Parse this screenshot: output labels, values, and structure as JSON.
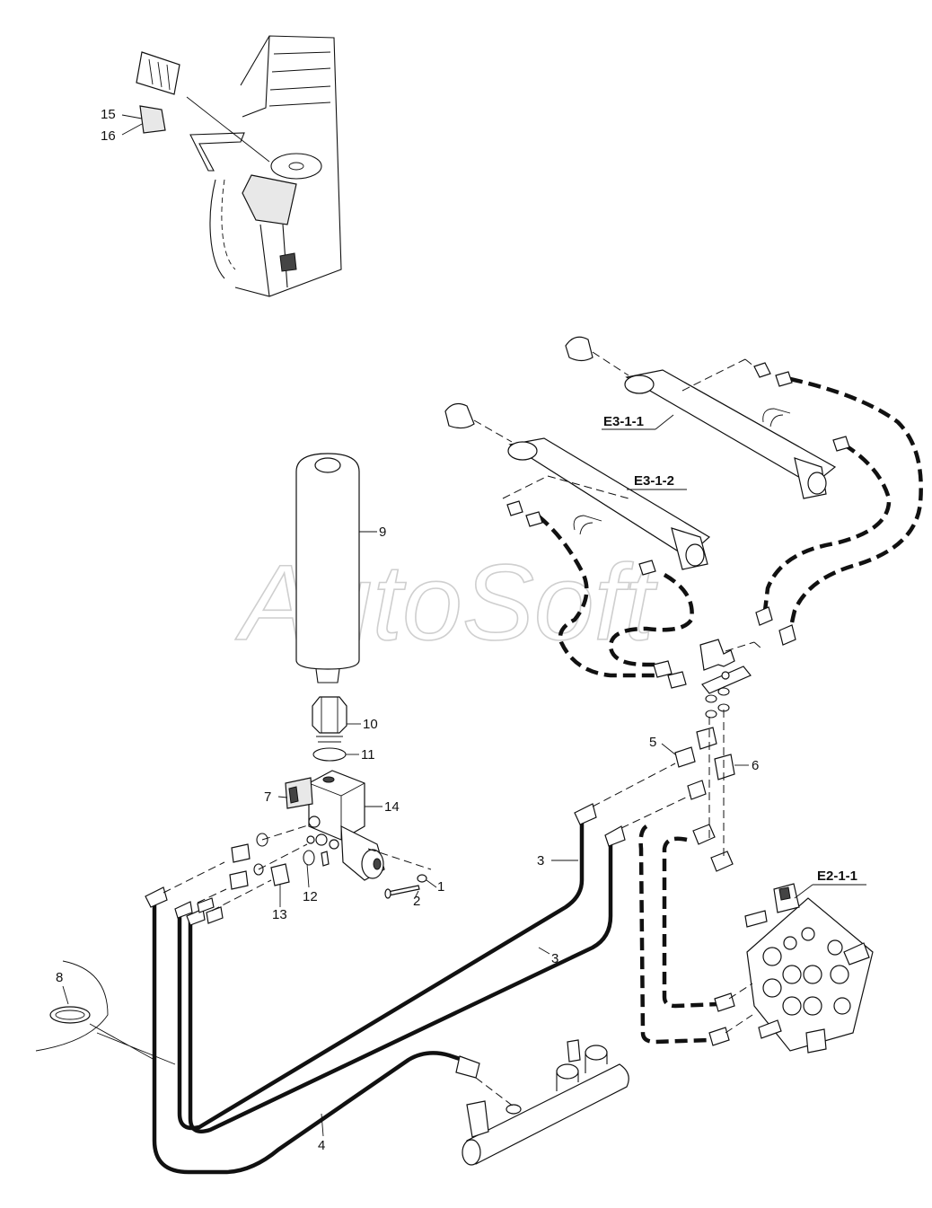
{
  "watermark": "AutoSoft",
  "references": {
    "e3_1_1": "E3-1-1",
    "e3_1_2": "E3-1-2",
    "e2_1_1": "E2-1-1"
  },
  "callouts": {
    "c1": "1",
    "c2": "2",
    "c3a": "3",
    "c3b": "3",
    "c4": "4",
    "c5": "5",
    "c6": "6",
    "c7": "7",
    "c8": "8",
    "c9": "9",
    "c10": "10",
    "c11": "11",
    "c12": "12",
    "c13": "13",
    "c14": "14",
    "c15": "15",
    "c16": "16"
  }
}
